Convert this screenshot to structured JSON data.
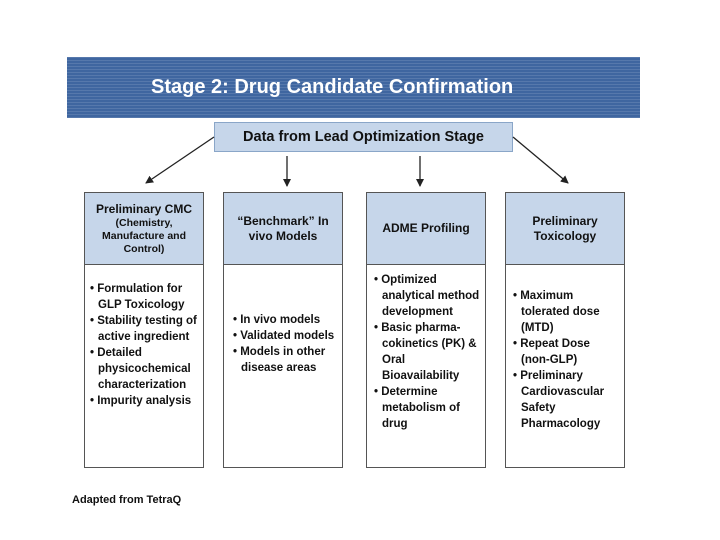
{
  "header": {
    "title": "Stage 2: Drug Candidate Confirmation"
  },
  "source": {
    "label": "Data from Lead Optimization Stage"
  },
  "colors": {
    "banner": "#3f66a0",
    "box_fill": "#c6d6ea",
    "border": "#555555"
  },
  "columns": [
    {
      "title": "Preliminary CMC",
      "subtitle": "(Chemistry, Manufacture and Control)",
      "items": [
        "• Formulation for GLP Toxicology",
        "• Stability testing of active ingredient",
        "• Detailed physicochemical characterization",
        "• Impurity analysis"
      ]
    },
    {
      "title": "“Benchmark” In vivo Models",
      "subtitle": "",
      "items": [
        "• In vivo models",
        "• Validated models",
        "• Models in other disease areas"
      ]
    },
    {
      "title": "ADME Profiling",
      "subtitle": "",
      "items": [
        "• Optimized analytical method development",
        "• Basic pharma-cokinetics (PK) & Oral Bioavailability",
        "• Determine metabolism of drug"
      ]
    },
    {
      "title": "Preliminary Toxicology",
      "subtitle": "",
      "items": [
        "• Maximum tolerated dose (MTD)",
        "• Repeat Dose (non-GLP)",
        "• Preliminary Cardiovascular Safety Pharmacology"
      ]
    }
  ],
  "footer": {
    "note": "Adapted from TetraQ"
  }
}
